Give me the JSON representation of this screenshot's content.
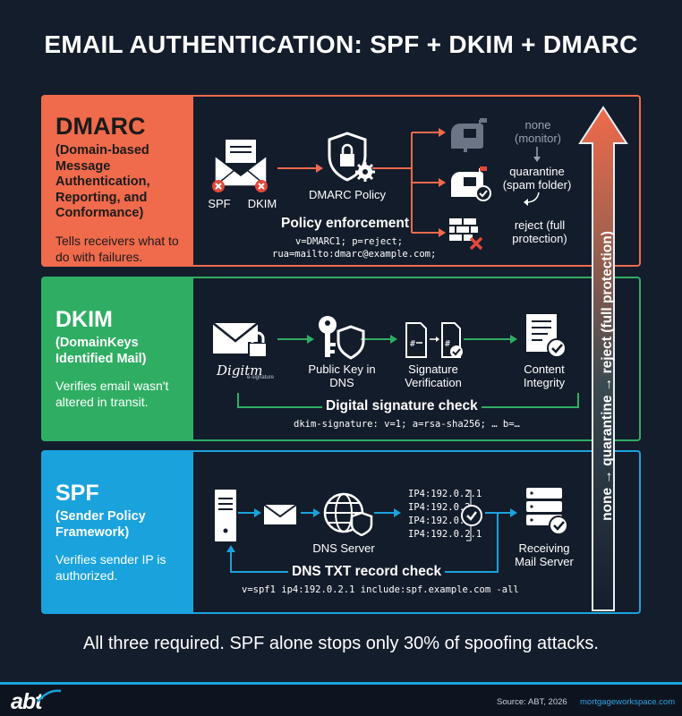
{
  "title": "EMAIL AUTHENTICATION: SPF + DKIM + DMARC",
  "dmarc": {
    "heading": "DMARC",
    "subtitle": "(Domain-based Message Authentication, Reporting, and Conformance)",
    "description": "Tells receivers what to do with failures.",
    "spf_label": "SPF",
    "dkim_label": "DKIM",
    "policy_label": "DMARC Policy",
    "enforcement_label": "Policy enforcement",
    "record_line1": "v=DMARC1; p=reject;",
    "record_line2": "rua=mailto:dmarc@example.com;",
    "outcome_none": "none (monitor)",
    "outcome_quarantine": "quarantine (spam folder)",
    "outcome_reject": "reject (full protection)",
    "color": "#f06a4c"
  },
  "dkim": {
    "heading": "DKIM",
    "subtitle": "(DomainKeys Identified Mail)",
    "description": "Verifies email wasn't altered in transit.",
    "signature_text": "Digitm",
    "signature_small": "e-signature",
    "key_label": "Public Key in DNS",
    "verify_label": "Signature Verification",
    "integrity_label": "Content Integrity",
    "check_label": "Digital signature check",
    "record": "dkim-signature: v=1; a=rsa-sha256; … b=…",
    "color": "#2fae63"
  },
  "spf": {
    "heading": "SPF",
    "subtitle": "(Sender Policy Framework)",
    "description": "Verifies sender IP is authorized.",
    "dns_label": "DNS Server",
    "ip_list": [
      "IP4:192.0.2.1",
      "IP4:192.0.2",
      "IP4:192.0.2",
      "IP4:192.0.2.1"
    ],
    "receiver_label": "Receiving Mail Server",
    "check_label": "DNS TXT record check",
    "record": "v=spf1 ip4:192.0.2.1 include:spf.example.com -all",
    "color": "#1aa2dd"
  },
  "scale_text": "none → quarantine → reject (full protection)",
  "bottom_text": "All three required. SPF alone stops only 30% of spoofing attacks.",
  "footer": {
    "logo": "abt",
    "source": "Source: ABT, 2026",
    "site": "mortgageworkspace.com"
  }
}
